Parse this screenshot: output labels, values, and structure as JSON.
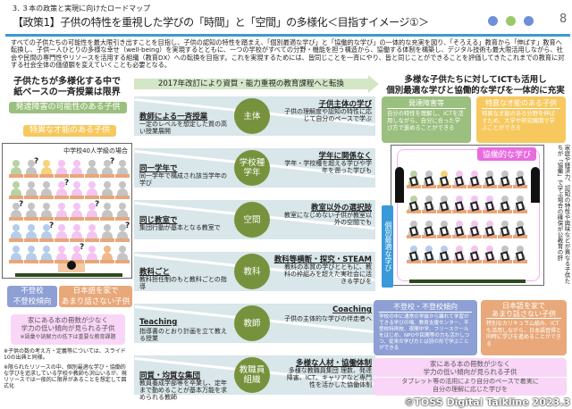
{
  "header": {
    "subtitle": "3. ３本の政策と実現に向けたロードマップ",
    "title": "【政策1】子供の特性を重視した学びの「時間」と「空間」の多様化＜目指すイメージ①＞",
    "page": "8",
    "dot_colors": [
      "#6f8fd6",
      "#9bc96a",
      "#6f8fd6"
    ]
  },
  "intro": "すべての子供たちの可能性を最大限引き出すことを目指し、子供の認知の特性を踏まえ、「個別最適な学び」と「協働的な学び」の一体的な充実を図り、「そろえる」教育から「伸ばす」教育へ転換し、子供一人ひとりの多様な幸せ（well-being）を実現するとともに、一つの学校がすべての分野・機能を担う構造から、協働する体制を構築し、デジタル技術も最大限活用しながら、社会や民間の専門性やリソースを活用する組織（教育DX）への転換を目指す。これを実現するためには、皆同じことを一斉にやり、皆と同じことができることを評価してきたこれまでの教育に対する社会全体の価値観を変えていくことも必要となる。",
  "left": {
    "heading": "子供たちが多様化する中で\n紙ベースの一斉授業は限界",
    "tag_dev": "発達障害の可能性のある子供",
    "tag_gifted": "特異な才能のある子供",
    "class_label": "中学校40人学級の場合",
    "grid": [
      [
        "g",
        "n",
        "y",
        "p",
        "p",
        "n",
        "n",
        "n"
      ],
      [
        "g",
        "n",
        "n",
        "p",
        "p",
        "p",
        "n",
        "n"
      ],
      [
        "n",
        "n",
        "n",
        "p",
        "p",
        "p",
        "n",
        "n"
      ],
      [
        "b",
        "b",
        "b",
        "p",
        "p",
        "p",
        "n",
        "n"
      ],
      [
        "b",
        "b",
        "b",
        "p",
        "p",
        "p",
        "o",
        "n"
      ]
    ],
    "tag_absent": "不登校\n不登校傾向",
    "tag_japanese": "日本語を家で\nあまり話さない子供",
    "books": "家にある本の冊数が少なく\n学力の低い傾向が見られる子供",
    "books_note": "※語彙や読解力の低下は重要な教育課題",
    "footnote1": "※子供の数の考え方・定義等については、スライド10の出典と同様。",
    "footnote2": "※限られたリソースの中、個別最適な学び・協働的な学びを追求している学校や教師も沢山いるが、現リソースでは一般的に限界があることを想定して図式化"
  },
  "middle": {
    "banner": "2017年改訂により資質・能力重視の教育課程へと転換",
    "rows": [
      {
        "circle": "主体",
        "left_head": "教師による一斉授業",
        "left_desc": "一定のレベルを想定した質の高い授業展開",
        "right_head": "子供主体の学び",
        "right_desc": "子供の理解度や認知の特性に応じて自分のペースで学ぶ"
      },
      {
        "circle": "学校種\n学年",
        "left_head": "同一学年で",
        "left_desc": "同一学年で構成され該当学年の学び",
        "right_head": "学年に関係なく",
        "right_desc": "学年・学校種を超える学びや学年を遡った学びも"
      },
      {
        "circle": "空間",
        "left_head": "同じ教室で",
        "left_desc": "集団行動が基本となる教室で",
        "right_head": "教室以外の選択肢",
        "right_desc": "教室になじめない子供が教室以外の空間でも"
      },
      {
        "circle": "教科",
        "left_head": "教科ごと",
        "left_desc": "教科担任制のもと教科ごとの指導",
        "right_head": "教科等横断・探究・STEAM",
        "right_desc": "教科の本質の学びとともに、教科の枠組みを超えた実社会に活きる学びを"
      },
      {
        "circle": "教師",
        "left_head": "Teaching",
        "left_desc": "指導書のとおり計画を立て教える授業",
        "right_head": "Coaching",
        "right_desc": "子供の主体的な学びの伴走者へ"
      },
      {
        "circle": "教職員\n組織",
        "left_head": "同質・均質な集団",
        "left_desc": "教員養成学部等を卒業し、定年まで勤めることが基本万能を求められる教師",
        "right_head": "多様な人材・協働体制",
        "right_desc": "多様な教職員集団 理数、発達障害、ICT、キャリアなど専門性を活かした協働体制"
      }
    ]
  },
  "right": {
    "heading": "多様な子供たちに対してICTも活用し\n個別最適な学びと協働的な学びを一体的に充実",
    "dev_title": "発達障害等",
    "dev_desc": "自分の特性を理解し、ICTを活用しながら、自分に合った学び方で進めることができる",
    "gifted_title": "特異な才能のある子供",
    "gifted_desc": "特異な才能のある分野を伸ばすため、大学や研究機関で学ぶことができる",
    "collab_label": "協働的な学び",
    "individual_label": "個別最適な学び",
    "side_note": "家庭や経済力、認知の特性や興味などが異なる子供たちが「協働」で学ぶ場合の確保が公教育の肝",
    "absent_title": "不登校・不登校傾向",
    "absent_desc": "学校の中に通常の学級から離れて学習ができる学びの場、教育支援センター、不登校特例校、夜間中学、フリースクールをはじめ、NPOや民間等の力も活かしつつ、従来の学び方とは別の形で学ぶことができる",
    "japanese_title": "日本語を家で\nあまり話さない子供",
    "japanese_desc": "特別なカリキュラム組み、ICTも活用しながら、日本語習得と同時に学びを進めることができる",
    "books_title": "家にある本の冊数が少なく\n学力の低い傾向が見られる子供",
    "books_desc": "タブレット等の活用により自分のペースで着実に\n自分の理解に応じた学びを"
  },
  "watermark": "©TOSS\nDigital Talkline 2023.3",
  "colors": {
    "g": "#b7d3a3",
    "n": "#c4c4c4",
    "y": "#f6d37a",
    "p": "#f3c4f2",
    "b": "#b5cdea",
    "o": "#f0b88c",
    "green": "#9bbf7f",
    "yellow": "#f7c85e",
    "blue": "#8d9fd4",
    "orange": "#e8a879",
    "pink": "#f9d6f7",
    "olive": "#76923c"
  }
}
